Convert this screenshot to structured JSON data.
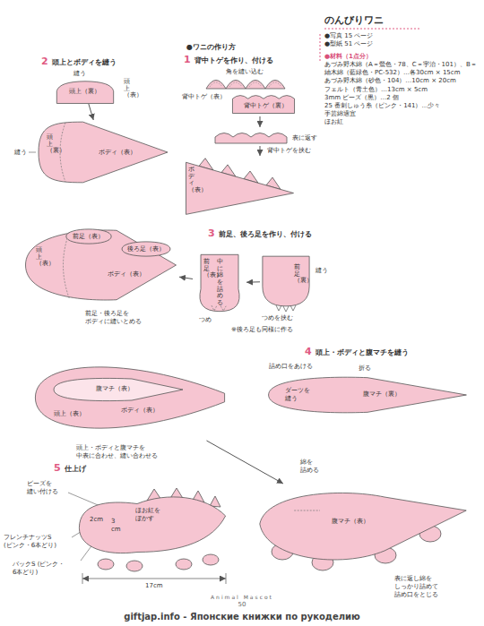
{
  "diagram": {
    "title": "のんびりワニ",
    "nodes": [
      {
        "text": [
          "頭上（裏）"
        ]
      },
      {
        "text": [
          "ボディ（表）"
        ]
      },
      {
        "text": [
          "ボディ（表）"
        ]
      },
      {
        "text": [
          "前足（表）"
        ],
        "in": 2
      },
      {
        "text": [
          "後ろ足（表）"
        ],
        "in": 2
      },
      {
        "text": [
          "背中トゲ（裏）"
        ]
      },
      {
        "text": [
          "ボディ（表）"
        ]
      },
      {
        "text": [
          "前足（表）",
          "中に綿を詰める"
        ]
      },
      {
        "text": [
          "前足（裏）"
        ]
      },
      {
        "text": [
          "腹マチ（裏）"
        ]
      },
      {
        "text": [
          "ボディ（表）"
        ]
      },
      {
        "text": [
          "腹マチ（表）"
        ],
        "in": 10
      },
      {
        "text": [
          "腹マチ（表）"
        ]
      },
      {
        "text": [
          "ほお紅を ぼかす"
        ]
      }
    ],
    "edges": [
      {
        "from": 0,
        "to": 1,
        "arrow": "to"
      },
      {
        "from": 8,
        "to": 7,
        "arrow": "to"
      },
      {
        "from": 7,
        "to": 2,
        "arrow": "to"
      },
      {
        "from": 10,
        "to": 12,
        "arrow": "to"
      }
    ],
    "labels": [
      "●写真 15 ページ",
      "●型紙 51 ページ",
      "●材料（1点分）",
      "あづみ野木綿（A＝鶯色・78、C＝宇治・101）、B＝紬木綿（藍緑色・PC-532）…各30cm × 15cm",
      "あづみ野木綿（砂色・104）…10cm × 20cm",
      "フェルト（青土色）…13cm × 5cm",
      "3mm ビーズ（黒）…2 個",
      "25 番刺しゅう糸（ピンク・141）…少々",
      "手芸綿適宜",
      "ほお紅",
      "●ワニの作り方",
      "1",
      "背中トゲを作り、付ける",
      "角を縫い込む",
      "背中トゲ（表）",
      "表に返す",
      "背中トゲを挟む",
      "2",
      "頭上とボディを縫う",
      "縫う",
      "頭上（表）",
      "縫う",
      "頭上（裏）",
      "頭上（表）",
      "前足・後ろ足を ボディに縫いとめる",
      "3",
      "前足、後ろ足を作り、付ける",
      "縫う",
      "つめを挟む",
      "つめ",
      "※後ろ足も同様に作る",
      "4",
      "頭上・ボディと腹マチを縫う",
      "詰め口をあける",
      "折る",
      "ダーツを 縫う",
      "頭上（表）",
      "頭上・ボディと腹マチを 中表に合わせ、縫い合わせる",
      "5",
      "仕上げ",
      "ビーズを 縫い付ける",
      "2cm",
      "3 cm",
      "フレンチナッツS (ピンク・6本どり)",
      "バックS (ピンク・6本どり)",
      "17cm",
      "綿を 詰める",
      "表に返し綿を しっかり詰めて 詰め口をとじる",
      "Animal Mascot",
      "50",
      "giftjap.info - Японские книжки по рукоделию"
    ]
  }
}
